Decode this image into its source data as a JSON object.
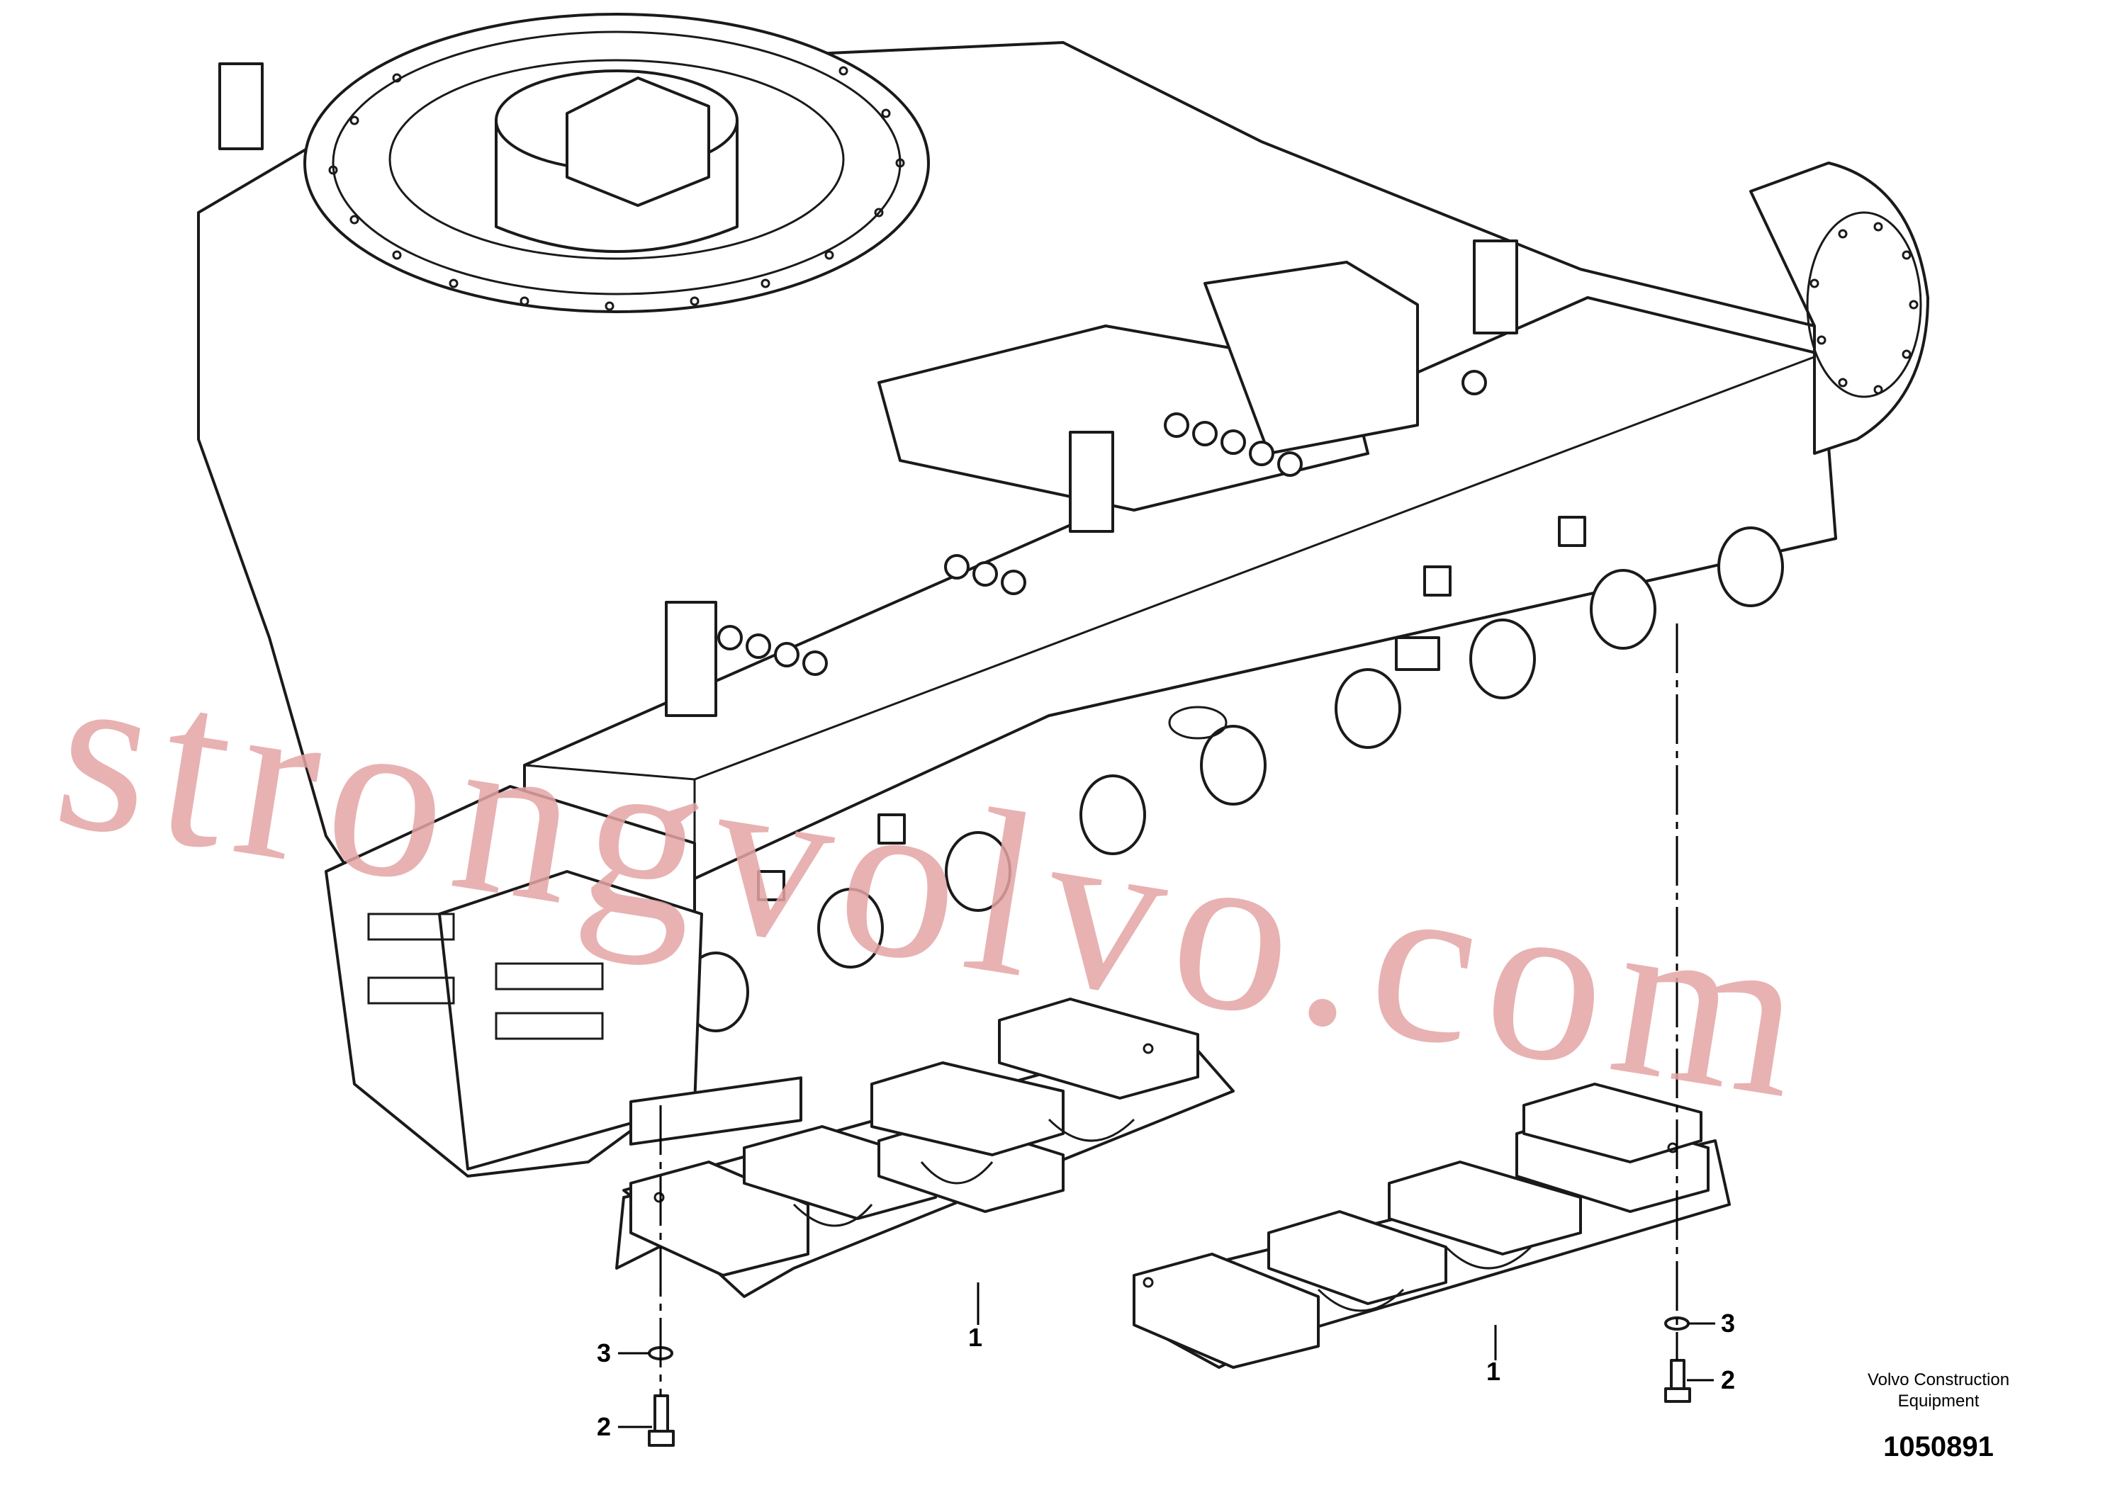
{
  "diagram": {
    "watermark": "strongvolvo.com",
    "callouts": {
      "guard_a": "1",
      "guard_b": "1",
      "bolt_a": "2",
      "bolt_b": "2",
      "washer_a": "3",
      "washer_b": "3"
    },
    "brand": {
      "line1": "Volvo Construction",
      "line2": "Equipment"
    },
    "figure_number": "1050891"
  }
}
